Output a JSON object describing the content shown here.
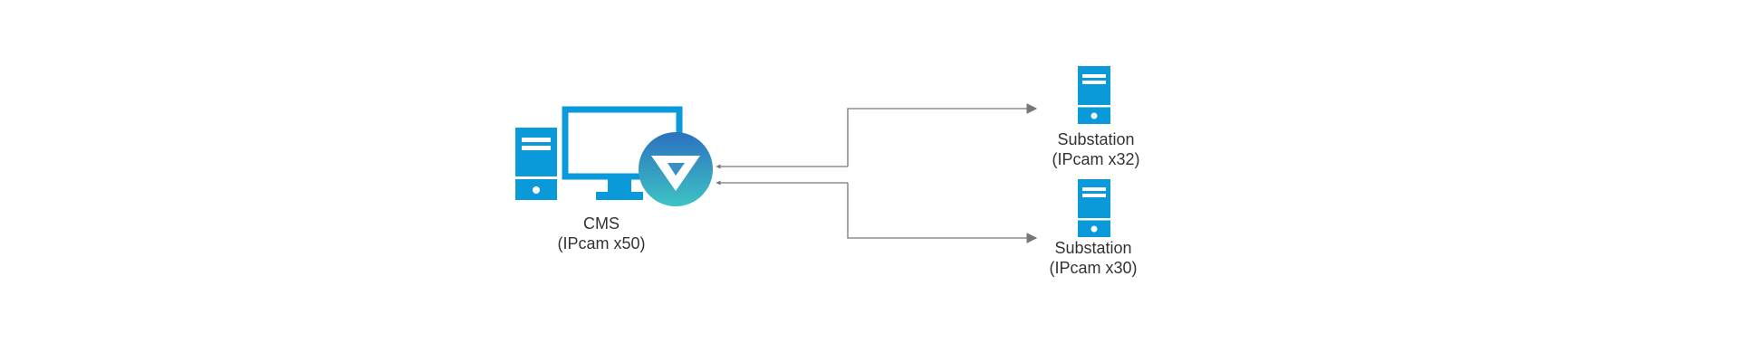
{
  "colors": {
    "device_blue": "#0a9ad9",
    "badge_top": "#2b72c0",
    "badge_bottom": "#3dc3c4",
    "connector": "#777777",
    "text": "#333333"
  },
  "cms": {
    "name": "CMS",
    "cameras": "(IPcam x50)",
    "icon": "computer-icon",
    "badge_icon": "vms-logo-icon"
  },
  "substations": [
    {
      "name": "Substation",
      "cameras": "(IPcam x32)",
      "icon": "server-icon"
    },
    {
      "name": "Substation",
      "cameras": "(IPcam x30)",
      "icon": "server-icon"
    }
  ]
}
